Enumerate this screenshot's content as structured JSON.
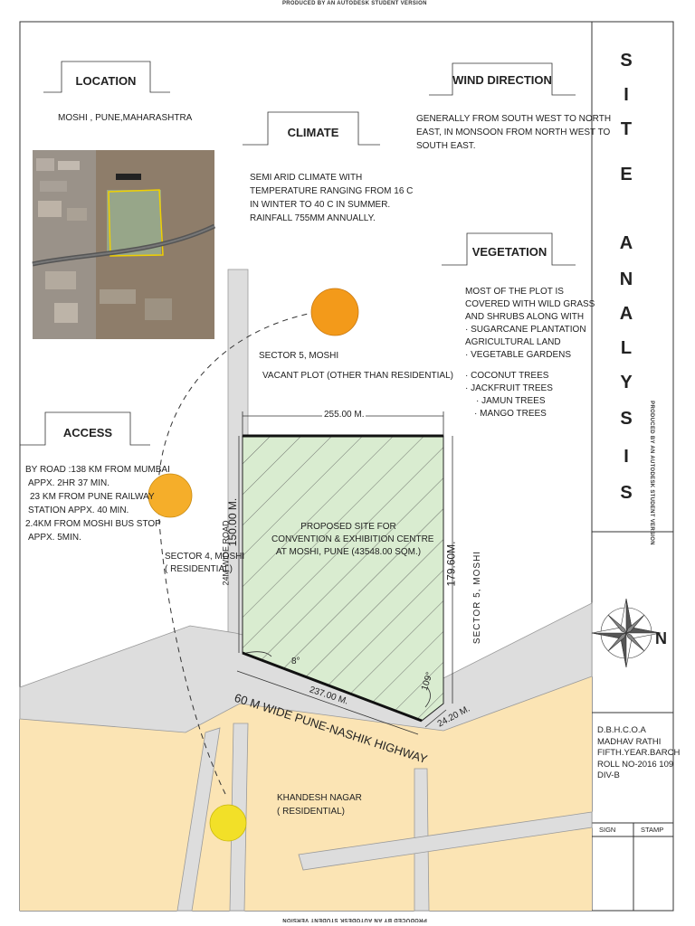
{
  "watermark": "PRODUCED BY AN AUTODESK STUDENT VERSION",
  "title_letters": [
    "S",
    "I",
    "T",
    "E",
    "A",
    "N",
    "A",
    "L",
    "Y",
    "S",
    "I",
    "S"
  ],
  "location": {
    "heading": "LOCATION",
    "text": "MOSHI , PUNE,MAHARASHTRA"
  },
  "climate": {
    "heading": "CLIMATE",
    "lines": [
      "SEMI ARID CLIMATE WITH",
      "TEMPERATURE RANGING FROM 16 C",
      "IN WINTER TO 40 C IN SUMMER.",
      "RAINFALL 755MM ANNUALLY."
    ]
  },
  "wind": {
    "heading": "WIND DIRECTION",
    "lines": [
      "GENERALLY FROM SOUTH WEST TO NORTH",
      "EAST, IN MONSOON FROM NORTH WEST TO",
      "SOUTH EAST."
    ]
  },
  "vegetation": {
    "heading": "VEGETATION",
    "lines": [
      "MOST OF THE PLOT IS",
      "COVERED WITH WILD GRASS",
      "AND SHRUBS ALONG WITH",
      "· SUGARCANE PLANTATION",
      "AGRICULTURAL LAND",
      "· VEGETABLE GARDENS",
      "",
      "· COCONUT TREES",
      "· JACKFRUIT TREES",
      "· JAMUN TREES",
      "· MANGO TREES"
    ]
  },
  "access": {
    "heading": "ACCESS",
    "lines": [
      "BY ROAD :138 KM FROM MUMBAI",
      "APPX. 2HR 37 MIN.",
      "23 KM FROM PUNE RAILWAY",
      "STATION APPX. 40 MIN.",
      "2.4KM FROM MOSHI BUS STOP",
      "APPX. 5MIN."
    ]
  },
  "site": {
    "sector5_top": [
      "SECTOR 5, MOSHI",
      "VACANT PLOT (OTHER THAN RESIDENTIAL)"
    ],
    "sector4": [
      "SECTOR 4, MOSHI",
      "( RESIDENTIAL)"
    ],
    "proposed": [
      "PROPOSED SITE FOR",
      "CONVENTION & EXHIBITION CENTRE",
      "AT MOSHI, PUNE (43548.00 SQM.)"
    ],
    "dim_top": "255.00 M.",
    "dim_left": "150.00 M.",
    "dim_right": "179.60M.",
    "dim_bottom": "237.00 M.",
    "dim_corner": "24.20 M.",
    "angle_left": "8°",
    "angle_right": "109°",
    "road_left": "24M WIDE ROAD",
    "sector5_right": "SECTOR 5, MOSHI",
    "highway": "60 M WIDE PUNE-NASHIK HIGHWAY",
    "khandesh": [
      "KHANDESH NAGAR",
      "( RESIDENTIAL)"
    ]
  },
  "north_label": "N",
  "title_block": {
    "lines": [
      "D.B.H.C.O.A",
      "MADHAV RATHI",
      "FIFTH.YEAR.BARCH",
      "ROLL NO-2016 109",
      "DIV-B"
    ],
    "sign": "SIGN",
    "stamp": "STAMP"
  },
  "colors": {
    "sun_orange": "#f39a1a",
    "sun_yellow": "#f2e028",
    "plot_green": "#d9ecd0",
    "residential": "#fbe4b4",
    "road": "#dddddd"
  }
}
